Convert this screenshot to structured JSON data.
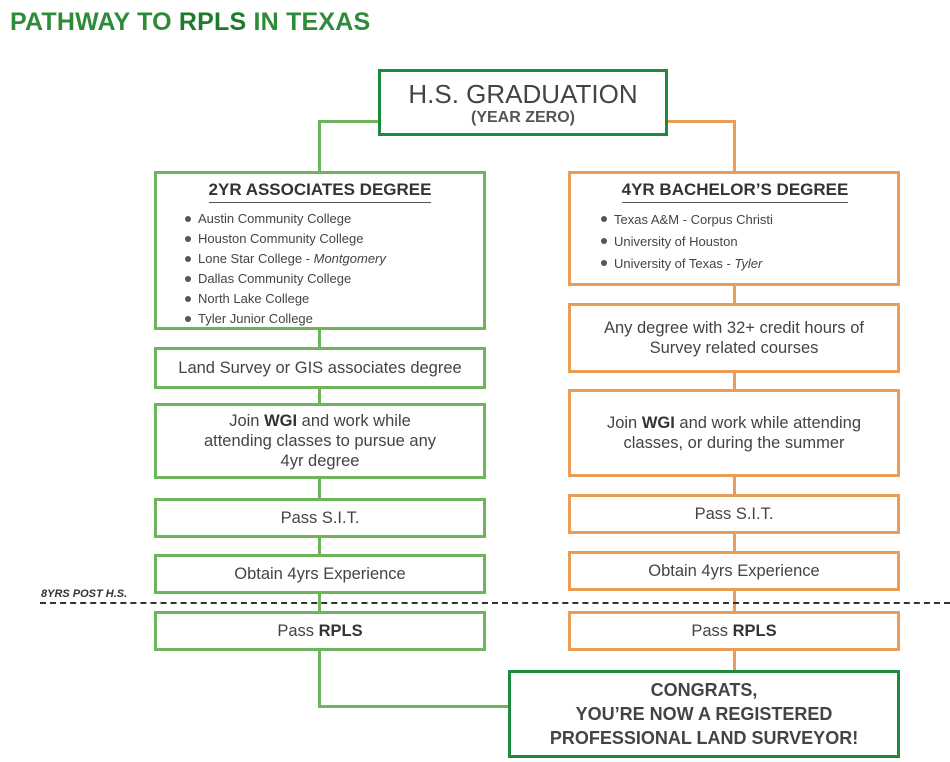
{
  "title": {
    "part1": "PATHWAY TO ",
    "part2": "RPLS",
    "part3": " IN TEXAS"
  },
  "start": {
    "title": "H.S. GRADUATION",
    "subtitle": "(YEAR ZERO)"
  },
  "left": {
    "heading": "2YR ASSOCIATES DEGREE",
    "colleges": [
      {
        "name": "Austin Community College",
        "note": ""
      },
      {
        "name": "Houston Community College",
        "note": ""
      },
      {
        "name": "Lone Star College - ",
        "note": "Montgomery"
      },
      {
        "name": "Dallas Community College",
        "note": ""
      },
      {
        "name": "North Lake College",
        "note": ""
      },
      {
        "name": "Tyler Junior College",
        "note": ""
      }
    ],
    "step2": "Land Survey or GIS associates degree",
    "step3": {
      "pre": "Join ",
      "bold": "WGI",
      "post": " and work while attending classes to pursue any 4yr degree"
    },
    "step4": "Pass S.I.T.",
    "step5": "Obtain 4yrs Experience",
    "step6": {
      "pre": "Pass ",
      "bold": "RPLS"
    }
  },
  "right": {
    "heading": "4YR BACHELOR’S DEGREE",
    "colleges": [
      {
        "name": "Texas A&M - Corpus Christi",
        "note": ""
      },
      {
        "name": "University of Houston",
        "note": ""
      },
      {
        "name": "University of Texas - ",
        "note": "Tyler"
      }
    ],
    "step2": "Any degree with 32+ credit hours of Survey related courses",
    "step3": {
      "pre": "Join ",
      "bold": "WGI",
      "post": " and work while attending classes, or during the summer"
    },
    "step4": "Pass S.I.T.",
    "step5": "Obtain 4yrs Experience",
    "step6": {
      "pre": "Pass ",
      "bold": "RPLS"
    }
  },
  "milestone": "8YRS POST H.S.",
  "end": {
    "line1": "CONGRATS,",
    "line2": "YOU’RE NOW A REGISTERED",
    "line3": "PROFESSIONAL LAND SURVEYOR!"
  },
  "colors": {
    "green": "#6cb55c",
    "orange": "#eb9c56",
    "dark_green": "#1f8a3b",
    "title_green": "#2e8b3a"
  }
}
